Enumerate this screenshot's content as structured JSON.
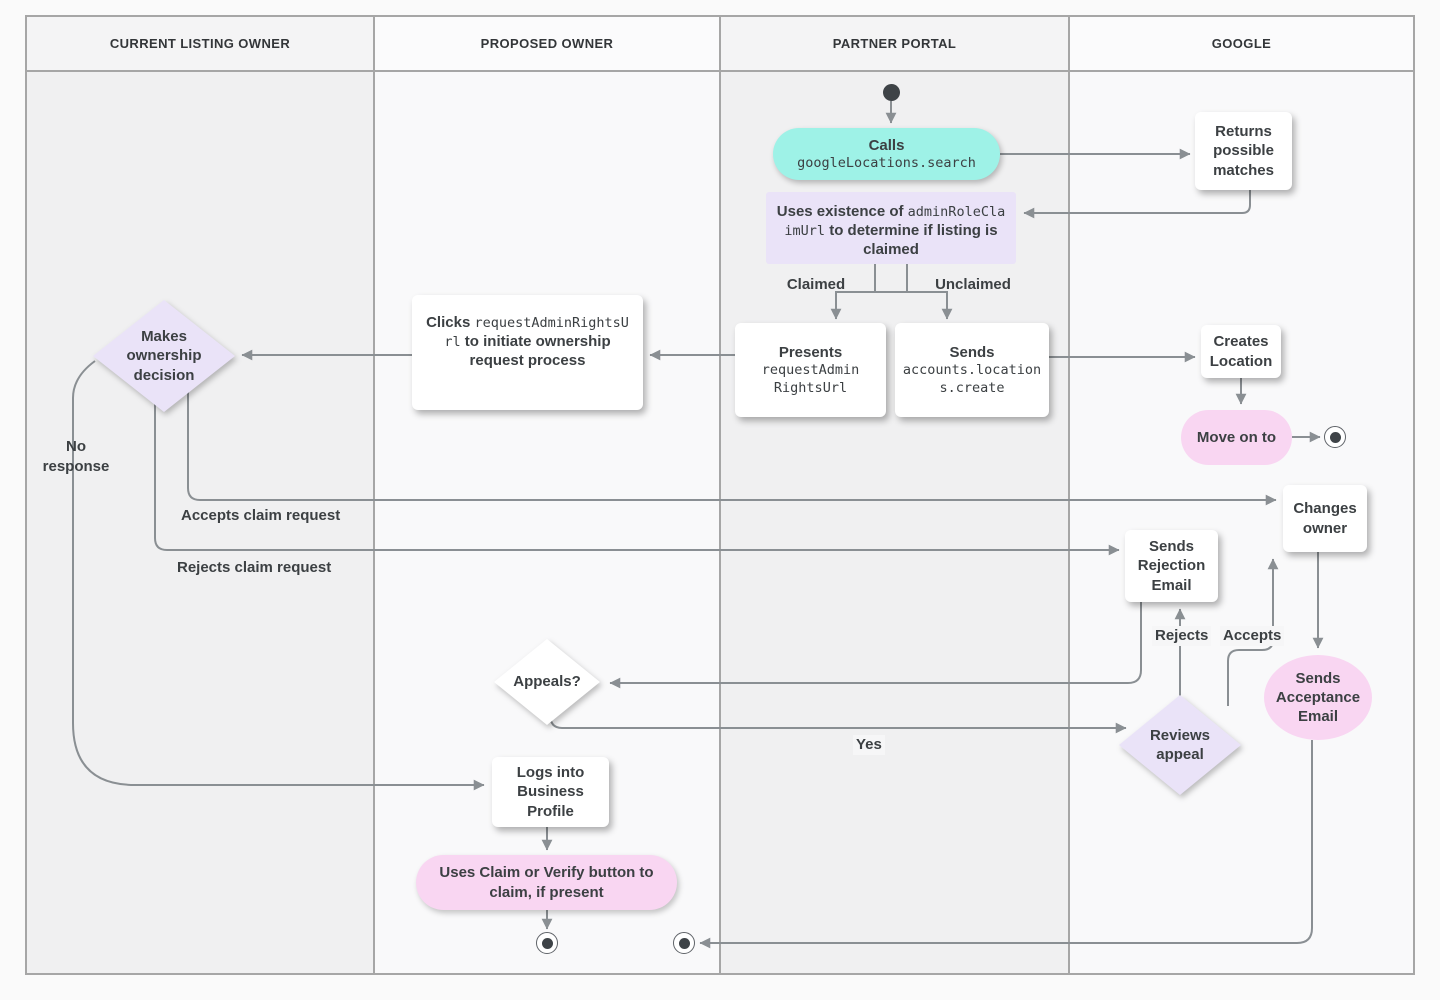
{
  "colors": {
    "page_bg": "#fafafa",
    "lane_dark": "#f0f0f1",
    "lane_light": "#f9f9fa",
    "border": "#a6a6a6",
    "line": "#8a8f93",
    "text": "#3c4043",
    "teal": "#9ef2e7",
    "purple": "#eae3f8",
    "pink": "#f9d6f2",
    "white": "#ffffff"
  },
  "lanes": [
    {
      "label": "CURRENT LISTING OWNER"
    },
    {
      "label": "PROPOSED OWNER"
    },
    {
      "label": "PARTNER PORTAL"
    },
    {
      "label": "GOOGLE"
    }
  ],
  "nodes": {
    "calls": {
      "title": "Calls",
      "code": "googleLocations.search"
    },
    "returns_matches": {
      "text": "Returns possible matches"
    },
    "uses_existence": {
      "pre": "Uses existence of ",
      "code": "adminRoleClaimUrl",
      "post": " to determine if listing is claimed"
    },
    "presents": {
      "title": "Presents",
      "code": "requestAdminRightsUrl"
    },
    "sends_create": {
      "title": "Sends",
      "code": "accounts.locations.create"
    },
    "clicks": {
      "pre": "Clicks ",
      "code": "requestAdminRightsUrl",
      "post": " to initiate ownership request process"
    },
    "makes_decision": {
      "text": "Makes ownership decision"
    },
    "creates_location": {
      "text": "Creates Location"
    },
    "move_on": {
      "text": "Move on to"
    },
    "changes_owner": {
      "text": "Changes owner"
    },
    "sends_rejection": {
      "text": "Sends Rejection Email"
    },
    "appeals": {
      "text": "Appeals?"
    },
    "reviews_appeal": {
      "text": "Reviews appeal"
    },
    "sends_acceptance": {
      "text": "Sends Acceptance Email"
    },
    "logs_in": {
      "text": "Logs into Business Profile"
    },
    "uses_claim": {
      "text": "Uses Claim or Verify button to claim, if present"
    }
  },
  "edge_labels": {
    "claimed": "Claimed",
    "unclaimed": "Unclaimed",
    "no_response": "No response",
    "accepts_claim": "Accepts claim request",
    "rejects_claim": "Rejects claim request",
    "rejects": "Rejects",
    "accepts": "Accepts",
    "yes": "Yes"
  }
}
